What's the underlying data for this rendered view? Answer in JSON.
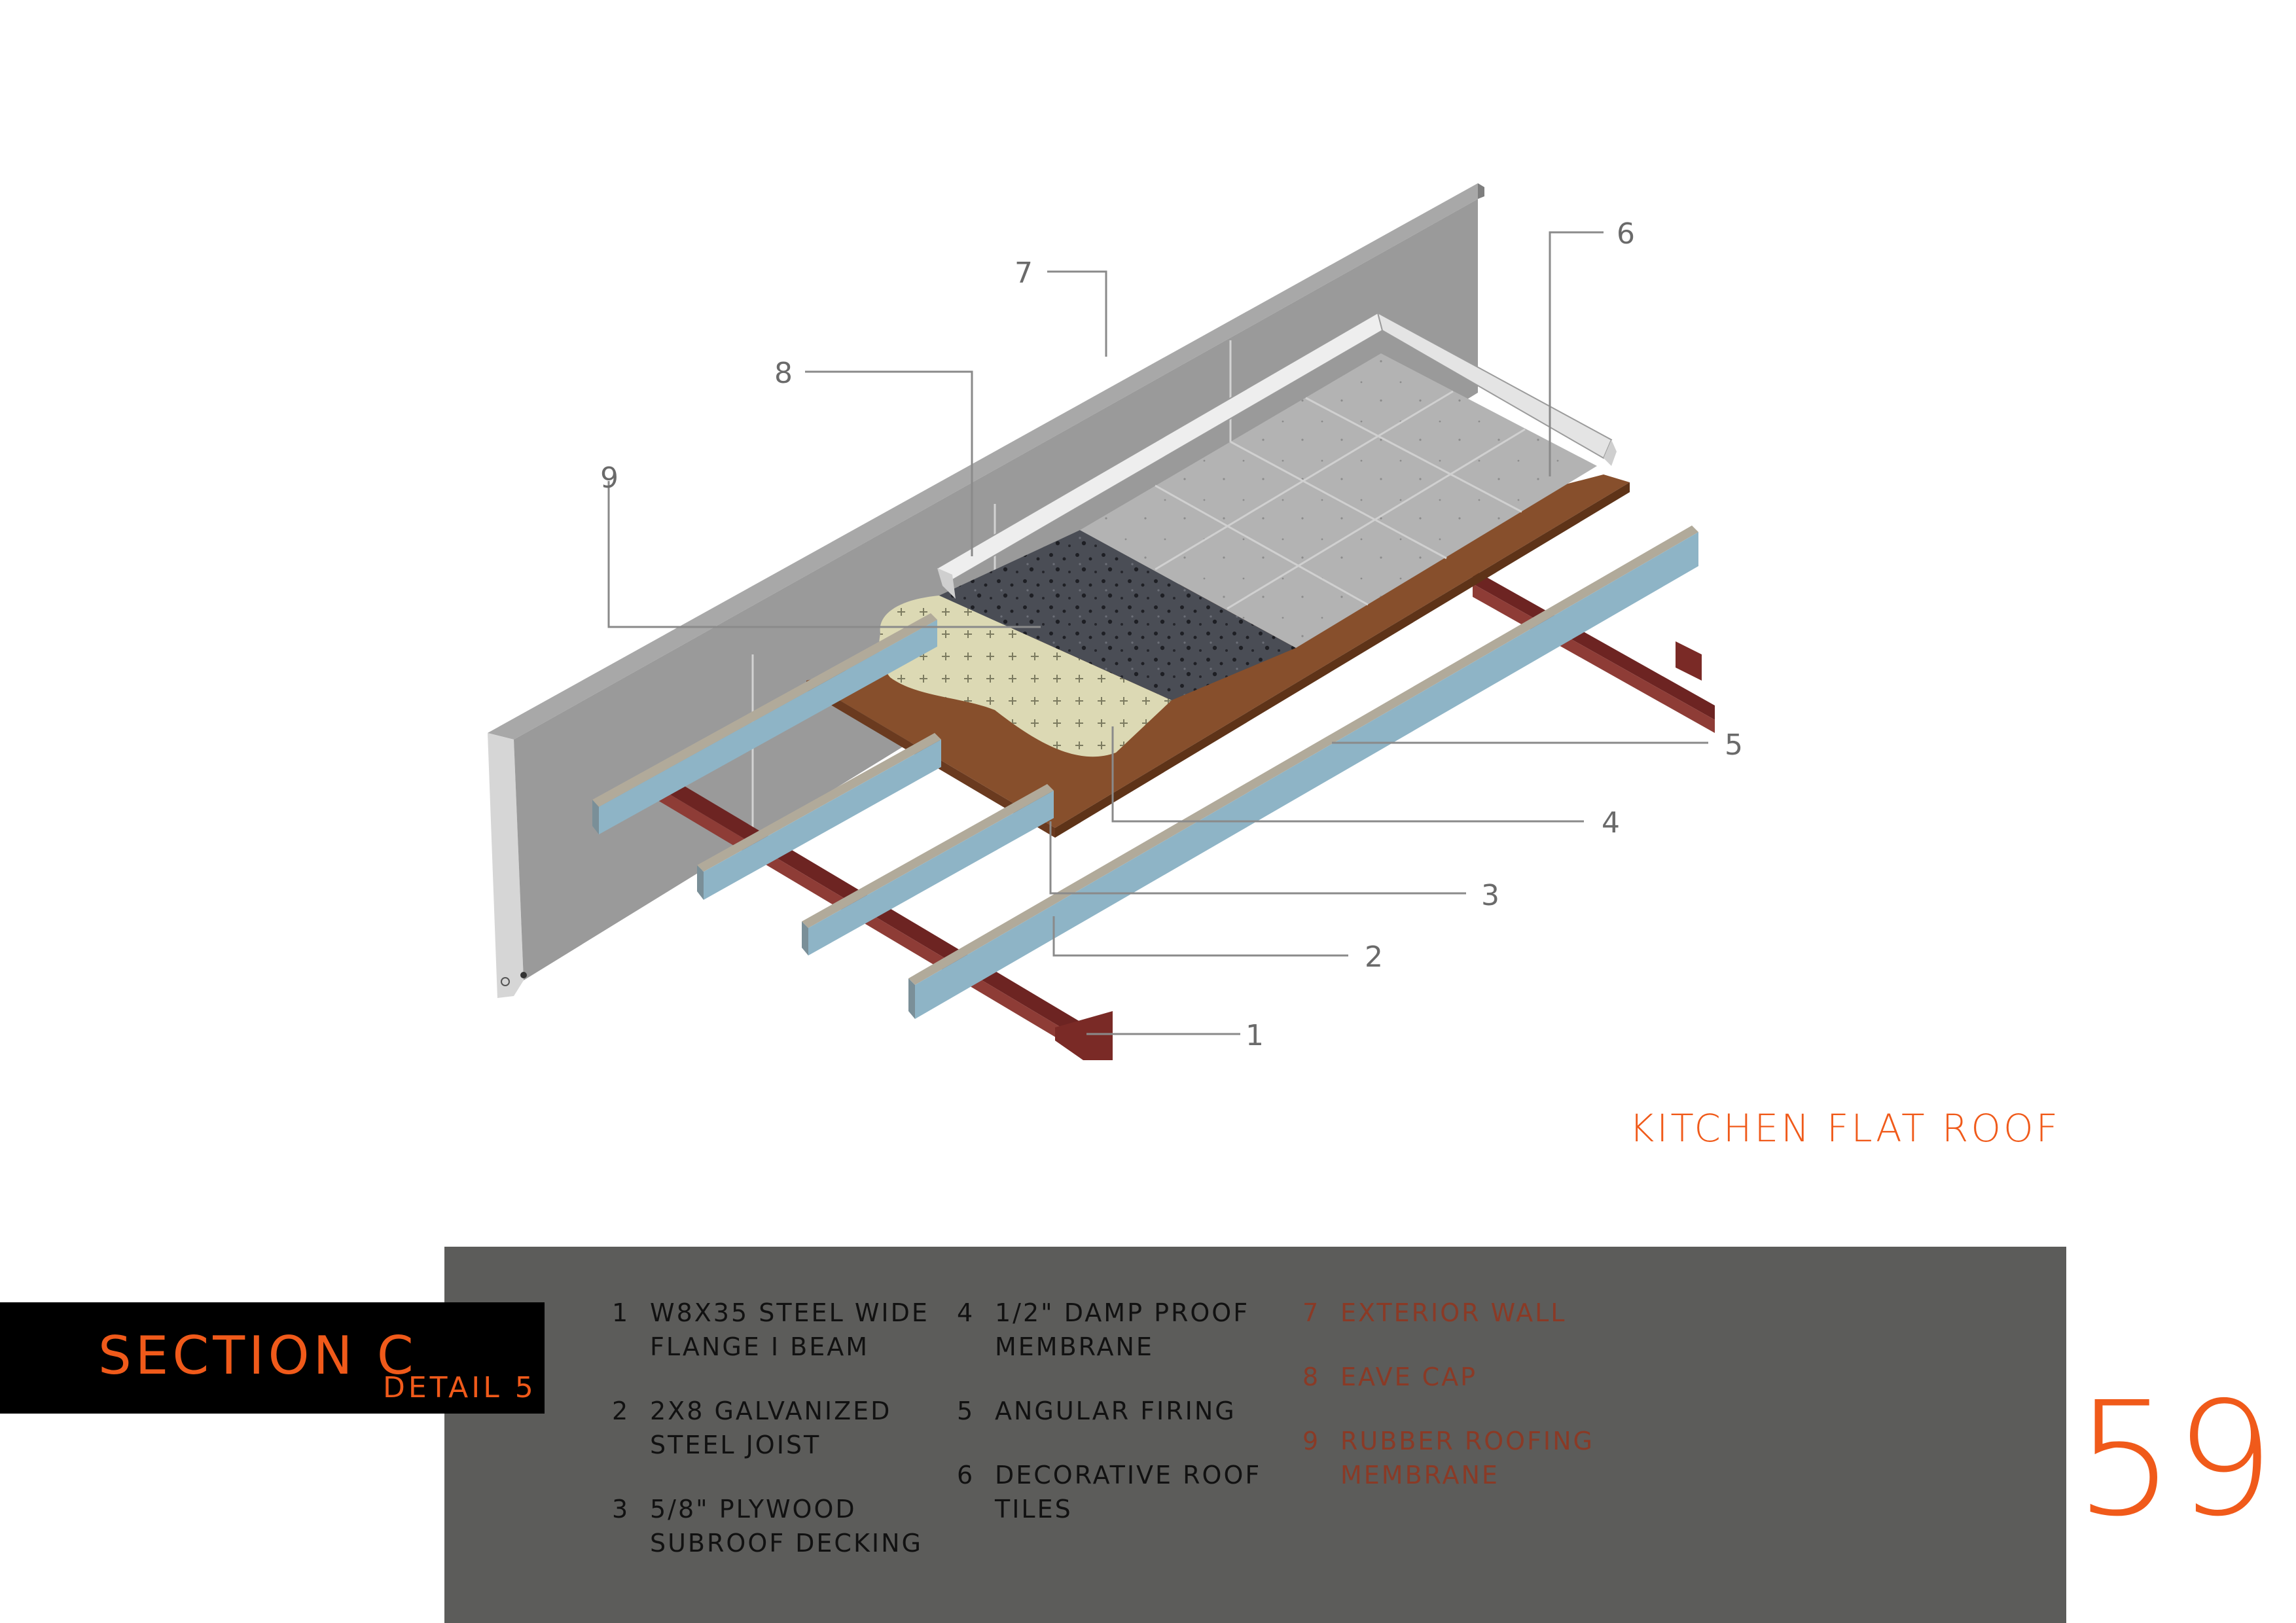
{
  "diagram": {
    "title": "KITCHEN FLAT ROOF",
    "callouts": [
      "1",
      "2",
      "3",
      "4",
      "5",
      "6",
      "7",
      "8",
      "9"
    ]
  },
  "section": {
    "title": "SECTION C",
    "detail": "DETAIL 5"
  },
  "legend": [
    {
      "num": "1",
      "text": "W8X35 STEEL WIDE FLANGE I BEAM"
    },
    {
      "num": "2",
      "text": "2X8 GALVANIZED STEEL JOIST"
    },
    {
      "num": "3",
      "text": "5/8\" PLYWOOD SUBROOF DECKING"
    },
    {
      "num": "4",
      "text": "1/2\" DAMP PROOF MEMBRANE"
    },
    {
      "num": "5",
      "text": "ANGULAR FIRING"
    },
    {
      "num": "6",
      "text": "DECORATIVE ROOF TILES"
    },
    {
      "num": "7",
      "text": "EXTERIOR WALL"
    },
    {
      "num": "8",
      "text": "EAVE CAP"
    },
    {
      "num": "9",
      "text": "RUBBER ROOFING MEMBRANE"
    }
  ],
  "page_number": "59",
  "colors": {
    "accent": "#f05a1a",
    "panel": "#5c5c5a",
    "faded_text": "#8a3a26",
    "steel_beam": "#7a2a26",
    "joist": "#8eb4c6",
    "plywood": "#874f2c",
    "membrane": "#dcd9b4",
    "rubber": "#4a4d55",
    "tiles": "#b3b3b3",
    "wall": "#9a9a9a"
  }
}
